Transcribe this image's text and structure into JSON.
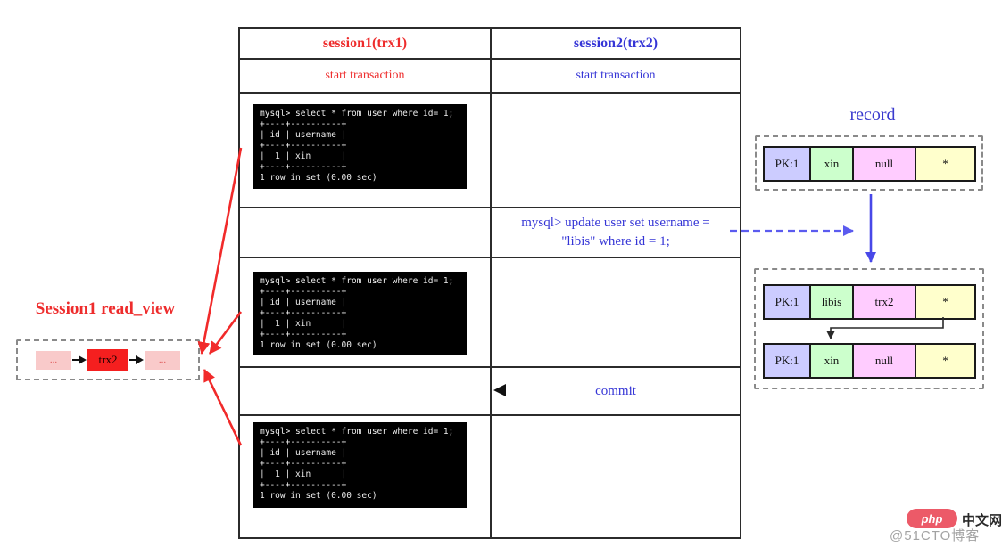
{
  "table": {
    "header": {
      "session1": "session1(trx1)",
      "session2": "session2(trx2)"
    },
    "start_transaction_1": "start transaction",
    "start_transaction_2": "start transaction",
    "update_line1": "mysql> update user set username =",
    "update_line2": "\"libis\" where id = 1;",
    "commit_label": "commit"
  },
  "terminal": {
    "lines": [
      "mysql> select * from user where id= 1;",
      "+----+----------+",
      "| id | username |",
      "+----+----------+",
      "|  1 | xin      |",
      "+----+----------+",
      "1 row in set (0.00 sec)"
    ]
  },
  "record": {
    "title": "record",
    "rows": [
      {
        "pk": "PK:1",
        "val": "xin",
        "trx": "null",
        "ptr": "*"
      },
      {
        "pk": "PK:1",
        "val": "libis",
        "trx": "trx2",
        "ptr": "*"
      },
      {
        "pk": "PK:1",
        "val": "xin",
        "trx": "null",
        "ptr": "*"
      }
    ]
  },
  "read_view": {
    "title": "Session1 read_view",
    "items": [
      "...",
      "trx2",
      "..."
    ]
  },
  "watermark": {
    "brand": "php",
    "brand_suffix": "中文网",
    "credit": "@51CTO博客"
  },
  "colors": {
    "session1_red": "#ee2c2c",
    "session2_blue": "#3535d6",
    "record_pk": "#ccccff",
    "record_value": "#ccffcc",
    "record_trx": "#ffccff",
    "record_ptr": "#ffffcc",
    "readview_node_pink": "#f9caca",
    "readview_trx2_red": "#f51f1f",
    "terminal_bg": "#000000",
    "arrow_red": "#f12a2a",
    "arrow_blue": "#4848e8"
  }
}
